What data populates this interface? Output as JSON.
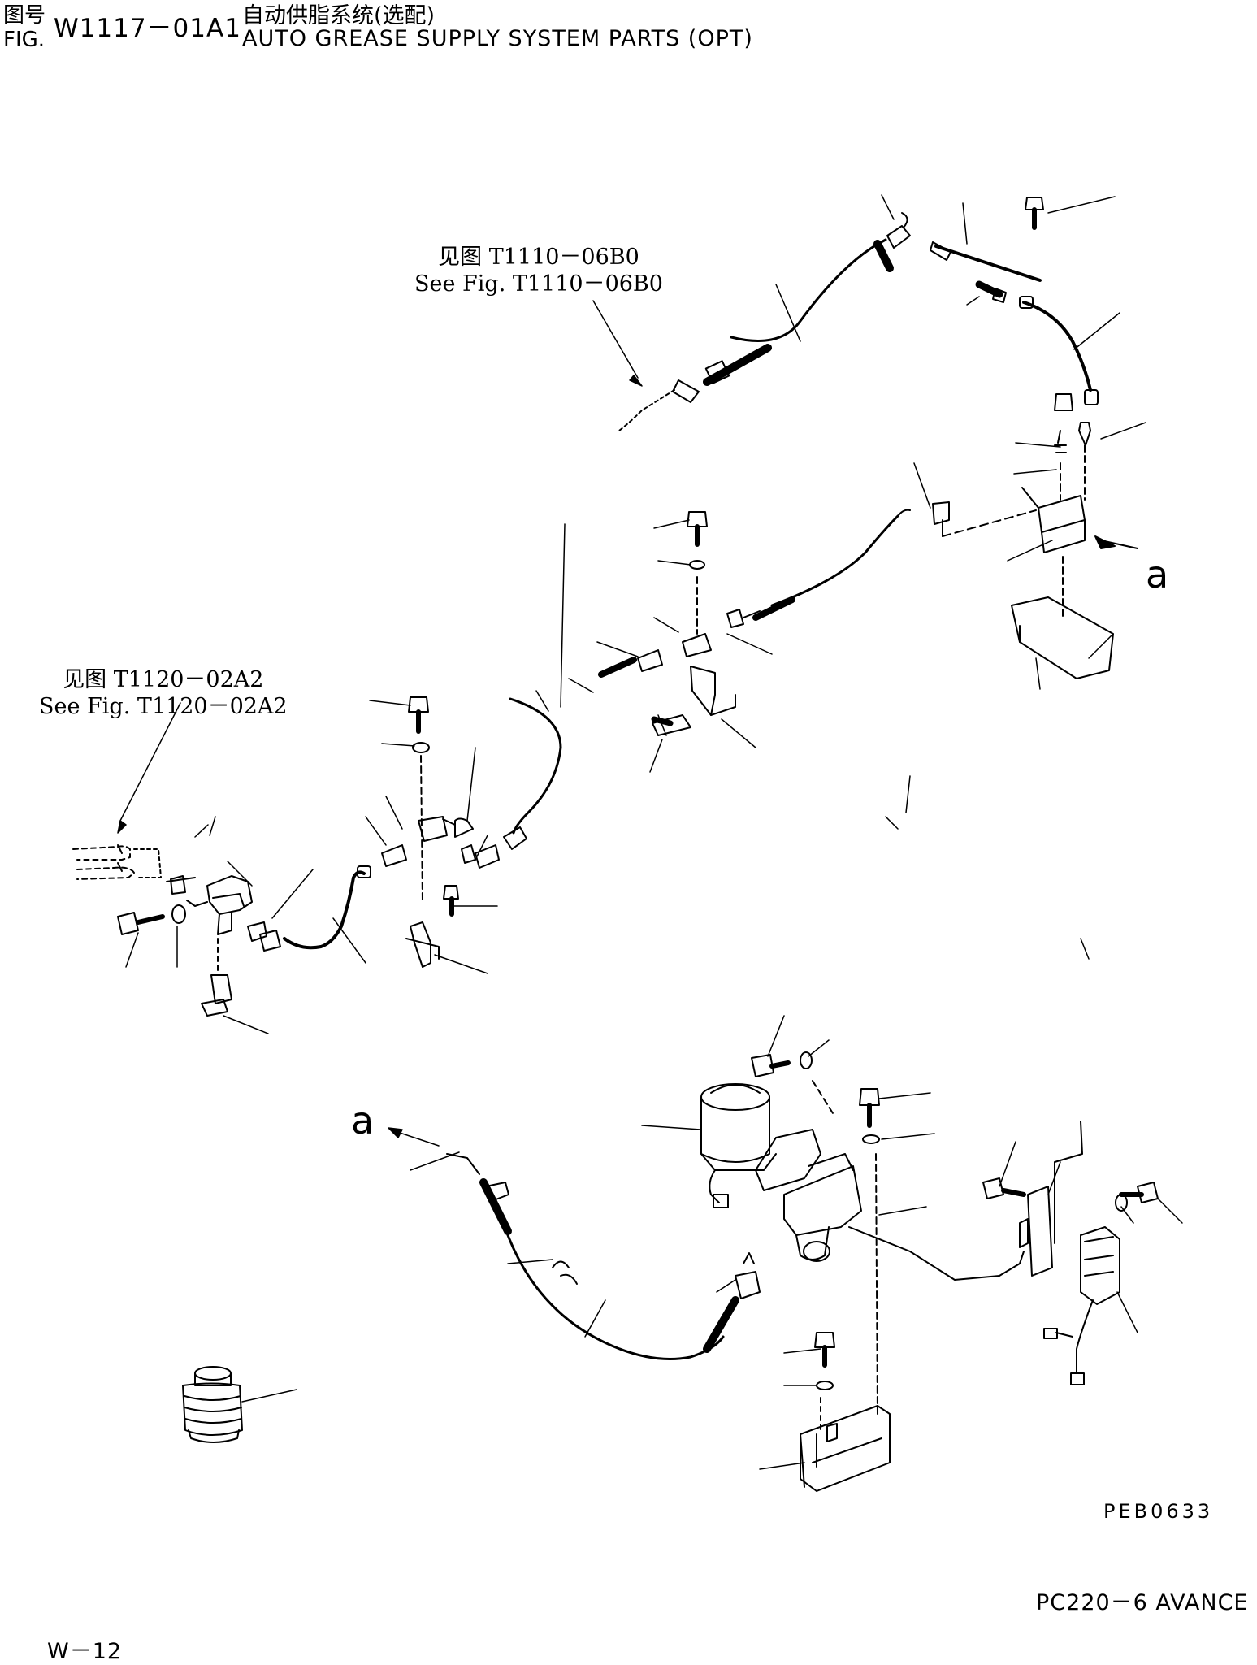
{
  "header": {
    "fig_label_cn": "图号",
    "fig_label_en": "FIG.",
    "fig_number": "W1117－01A1",
    "title_cn": "自动供脂系统(选配)",
    "title_en": "AUTO GREASE SUPPLY SYSTEM PARTS (OPT)"
  },
  "references": [
    {
      "cn": "见图 T1110－06B0",
      "en": "See Fig. T1110－06B0"
    },
    {
      "cn": "见图 T1120－02A2",
      "en": "See Fig. T1120－02A2"
    }
  ],
  "connection_labels": [
    "a",
    "a"
  ],
  "drawing_code": "PEB0633",
  "footer": {
    "model": "PC220－6 AVANCE",
    "page": "W－12"
  }
}
